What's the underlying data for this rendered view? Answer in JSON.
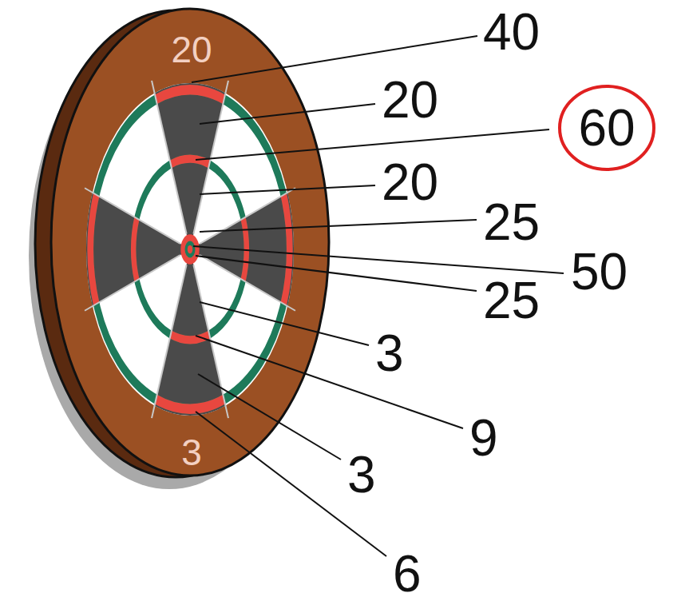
{
  "diagram": {
    "nodes": [
      {
        "text": [
          "60"
        ]
      }
    ],
    "labels": [
      "20",
      "3",
      "40",
      "20",
      "20",
      "25",
      "50",
      "25",
      "3",
      "9",
      "3",
      "6"
    ]
  }
}
